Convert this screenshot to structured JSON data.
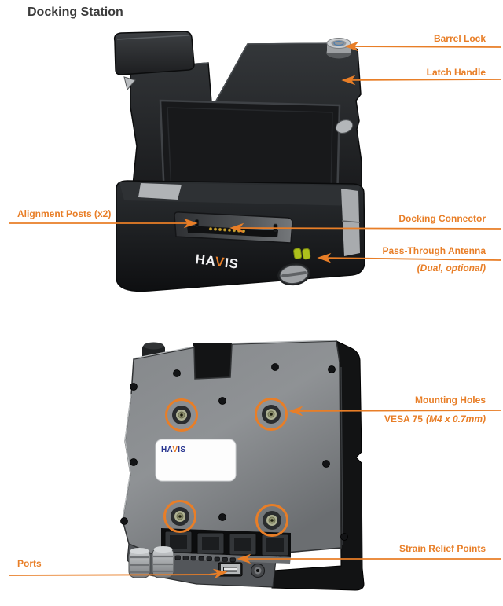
{
  "title": "Docking Station",
  "brand": {
    "part1": "HA",
    "part2": "V",
    "part3": "IS"
  },
  "colors": {
    "callout_orange": "#E87E27",
    "havis_blue": "#26338F",
    "antenna_green": "#AEC11C",
    "title_gray": "#3C3C3C"
  },
  "callouts": {
    "barrel_lock": {
      "label": "Barrel Lock"
    },
    "latch_handle": {
      "label": "Latch Handle"
    },
    "alignment_posts": {
      "label": "Alignment Posts (x2)"
    },
    "docking_connector": {
      "label": "Docking Connector"
    },
    "pass_through_antenna": {
      "label": "Pass-Through Antenna",
      "note": "(Dual, optional)"
    },
    "mounting_holes": {
      "label": "Mounting Holes",
      "note_bold": "VESA 75",
      "note_italic": "(M4 x 0.7mm)"
    },
    "strain_relief_points": {
      "label": "Strain Relief Points"
    },
    "ports": {
      "label": "Ports"
    }
  }
}
